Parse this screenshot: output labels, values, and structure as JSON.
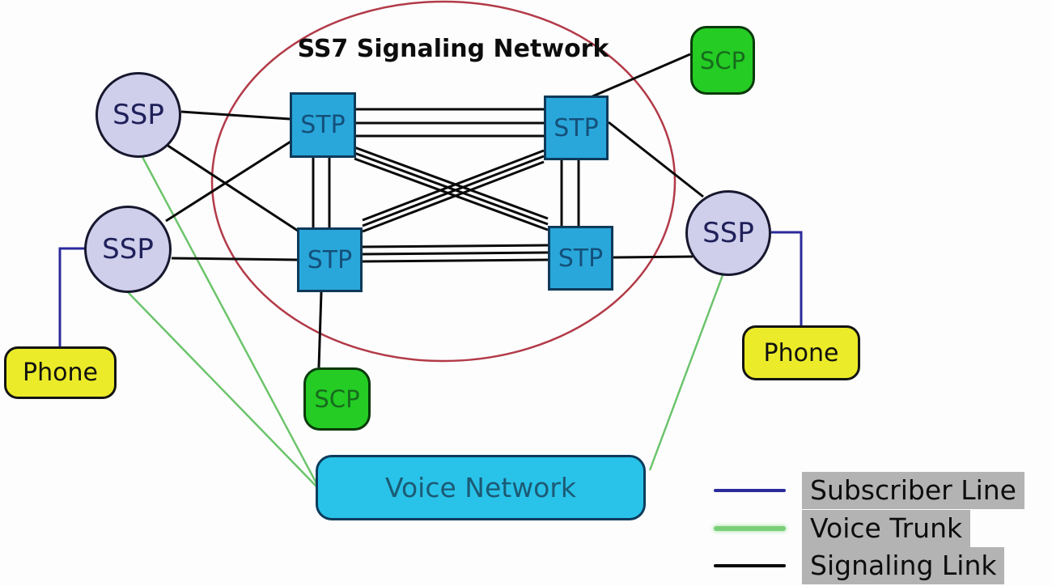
{
  "title": "SS7 Signaling Network",
  "nodes": {
    "ssp_top_left": {
      "label": "SSP"
    },
    "ssp_bottom_left": {
      "label": "SSP"
    },
    "ssp_right": {
      "label": "SSP"
    },
    "stp_top_left": {
      "label": "STP"
    },
    "stp_top_right": {
      "label": "STP"
    },
    "stp_bottom_left": {
      "label": "STP"
    },
    "stp_bottom_right": {
      "label": "STP"
    },
    "scp_top_right": {
      "label": "SCP"
    },
    "scp_bottom": {
      "label": "SCP"
    },
    "phone_left": {
      "label": "Phone"
    },
    "phone_right": {
      "label": "Phone"
    },
    "voice_network": {
      "label": "Voice Network"
    }
  },
  "legend": {
    "items": [
      {
        "label": "Subscriber Line",
        "color": "#2b2b9b"
      },
      {
        "label": "Voice Trunk",
        "color": "#79cf79"
      },
      {
        "label": "Signaling Link",
        "color": "#0a0a0a"
      }
    ]
  },
  "colors": {
    "ssp_fill": "#cfcfec",
    "stp_fill": "#29a7db",
    "scp_fill": "#24cc24",
    "phone_fill": "#ebeb29",
    "voice_network_fill": "#29c3ea",
    "ss7_boundary_ellipse": "#b23a48",
    "signaling_link": "#0a0a0a",
    "subscriber_line": "#2b2b9b",
    "voice_trunk": "#6cc46c"
  }
}
